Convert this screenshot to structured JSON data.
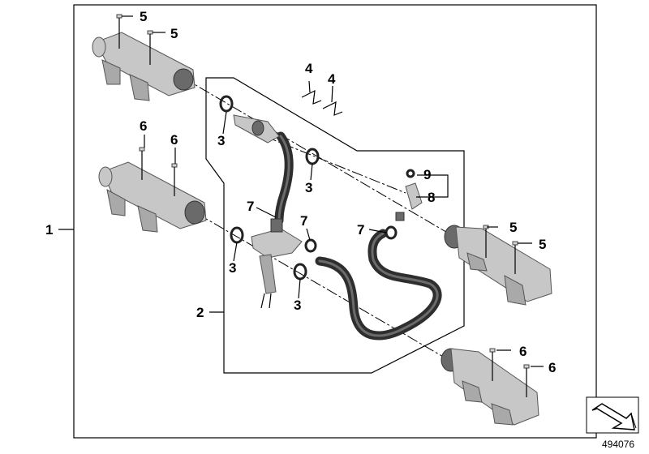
{
  "diagram": {
    "labels": {
      "l1": "1",
      "l2": "2",
      "l3a": "3",
      "l3b": "3",
      "l3c": "3",
      "l3d": "3",
      "l4a": "4",
      "l4b": "4",
      "l5a": "5",
      "l5b": "5",
      "l5c": "5",
      "l5d": "5",
      "l6a": "6",
      "l6b": "6",
      "l6c": "6",
      "l6d": "6",
      "l7a": "7",
      "l7b": "7",
      "l7c": "7",
      "l8": "8",
      "l9": "9"
    },
    "reference_number": "494076",
    "icon": "arrow-symbol-icon"
  }
}
